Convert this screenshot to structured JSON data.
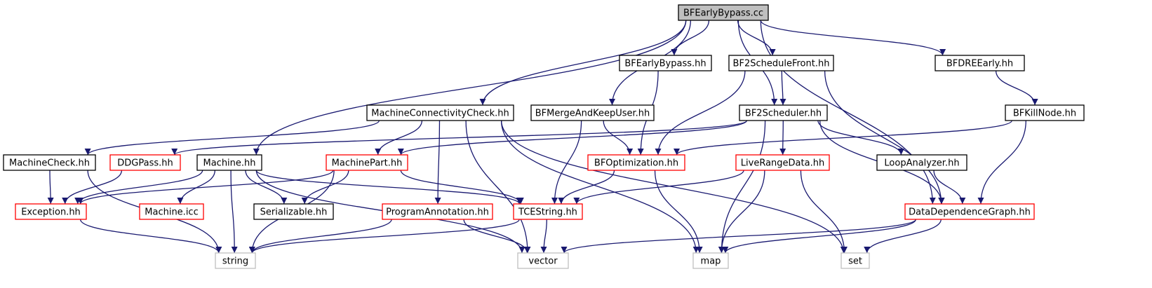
{
  "colors": {
    "edge": "#191970",
    "border_default": "#000000",
    "border_incomplete": "#ff0000",
    "border_external": "#bfbfbf",
    "root_fill": "#bfbfbf",
    "node_fill": "#ffffff"
  },
  "nodes": [
    {
      "id": "root",
      "label": "BFEarlyBypass.cc",
      "style": "root"
    },
    {
      "id": "bfeb_hh",
      "label": "BFEarlyBypass.hh",
      "style": "default"
    },
    {
      "id": "bf2sf",
      "label": "BF2ScheduleFront.hh",
      "style": "default"
    },
    {
      "id": "bfdre",
      "label": "BFDREEarly.hh",
      "style": "default"
    },
    {
      "id": "mcc",
      "label": "MachineConnectivityCheck.hh",
      "style": "default"
    },
    {
      "id": "bfmk",
      "label": "BFMergeAndKeepUser.hh",
      "style": "default"
    },
    {
      "id": "bf2s",
      "label": "BF2Scheduler.hh",
      "style": "default"
    },
    {
      "id": "bfkill",
      "label": "BFKillNode.hh",
      "style": "default"
    },
    {
      "id": "mcheck",
      "label": "MachineCheck.hh",
      "style": "default"
    },
    {
      "id": "ddgpass",
      "label": "DDGPass.hh",
      "style": "incomplete"
    },
    {
      "id": "machine",
      "label": "Machine.hh",
      "style": "default"
    },
    {
      "id": "mpart",
      "label": "MachinePart.hh",
      "style": "incomplete"
    },
    {
      "id": "bfopt",
      "label": "BFOptimization.hh",
      "style": "incomplete"
    },
    {
      "id": "lrd",
      "label": "LiveRangeData.hh",
      "style": "incomplete"
    },
    {
      "id": "loop",
      "label": "LoopAnalyzer.hh",
      "style": "default"
    },
    {
      "id": "exc",
      "label": "Exception.hh",
      "style": "incomplete"
    },
    {
      "id": "micc",
      "label": "Machine.icc",
      "style": "incomplete"
    },
    {
      "id": "ser",
      "label": "Serializable.hh",
      "style": "default"
    },
    {
      "id": "pann",
      "label": "ProgramAnnotation.hh",
      "style": "incomplete"
    },
    {
      "id": "tces",
      "label": "TCEString.hh",
      "style": "incomplete"
    },
    {
      "id": "ddg",
      "label": "DataDependenceGraph.hh",
      "style": "incomplete"
    },
    {
      "id": "string",
      "label": "string",
      "style": "external"
    },
    {
      "id": "vector",
      "label": "vector",
      "style": "external"
    },
    {
      "id": "map",
      "label": "map",
      "style": "external"
    },
    {
      "id": "set",
      "label": "set",
      "style": "external"
    }
  ],
  "edges": [
    [
      "root",
      "bfeb_hh"
    ],
    [
      "root",
      "bf2sf"
    ],
    [
      "root",
      "bfdre"
    ],
    [
      "root",
      "mcc"
    ],
    [
      "root",
      "bfmk"
    ],
    [
      "root",
      "bf2s"
    ],
    [
      "root",
      "machine"
    ],
    [
      "root",
      "ddg"
    ],
    [
      "bfeb_hh",
      "bfopt"
    ],
    [
      "bf2sf",
      "bf2s"
    ],
    [
      "bf2sf",
      "bfopt"
    ],
    [
      "bf2sf",
      "ddg"
    ],
    [
      "bfdre",
      "bfkill"
    ],
    [
      "mcc",
      "mcheck"
    ],
    [
      "mcc",
      "mpart"
    ],
    [
      "mcc",
      "pann"
    ],
    [
      "mcc",
      "vector"
    ],
    [
      "mcc",
      "map"
    ],
    [
      "mcc",
      "set"
    ],
    [
      "bfmk",
      "bfopt"
    ],
    [
      "bfmk",
      "tces"
    ],
    [
      "bf2s",
      "ddgpass"
    ],
    [
      "bf2s",
      "mpart"
    ],
    [
      "bf2s",
      "lrd"
    ],
    [
      "bf2s",
      "loop"
    ],
    [
      "bf2s",
      "ddg"
    ],
    [
      "bf2s",
      "map"
    ],
    [
      "bfkill",
      "bfopt"
    ],
    [
      "bfkill",
      "ddg"
    ],
    [
      "mcheck",
      "exc"
    ],
    [
      "mcheck",
      "string"
    ],
    [
      "ddgpass",
      "exc"
    ],
    [
      "machine",
      "exc"
    ],
    [
      "machine",
      "micc"
    ],
    [
      "machine",
      "ser"
    ],
    [
      "machine",
      "tces"
    ],
    [
      "machine",
      "string"
    ],
    [
      "machine",
      "vector"
    ],
    [
      "mpart",
      "exc"
    ],
    [
      "mpart",
      "ser"
    ],
    [
      "mpart",
      "tces"
    ],
    [
      "mpart",
      "string"
    ],
    [
      "bfopt",
      "tces"
    ],
    [
      "bfopt",
      "map"
    ],
    [
      "lrd",
      "tces"
    ],
    [
      "lrd",
      "map"
    ],
    [
      "lrd",
      "set"
    ],
    [
      "loop",
      "ddg"
    ],
    [
      "exc",
      "string"
    ],
    [
      "pann",
      "string"
    ],
    [
      "pann",
      "vector"
    ],
    [
      "tces",
      "string"
    ],
    [
      "tces",
      "vector"
    ],
    [
      "ddg",
      "vector"
    ],
    [
      "ddg",
      "map"
    ],
    [
      "ddg",
      "set"
    ]
  ]
}
